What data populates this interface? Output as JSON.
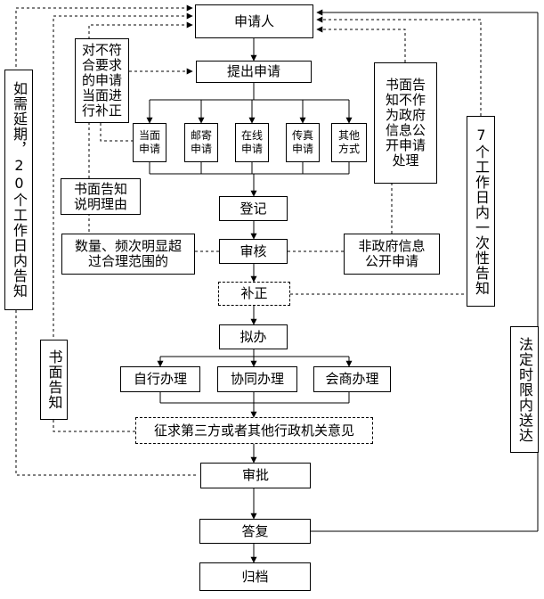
{
  "nodes": {
    "applicant": "申请人",
    "submit": "提出申请",
    "methods": [
      "当面\n申请",
      "邮寄\n申请",
      "在线\n申请",
      "传真\n申请",
      "其他\n方式"
    ],
    "register": "登记",
    "review": "审核",
    "supplement": "补正",
    "draft": "拟办",
    "handle": [
      "自行办理",
      "协同办理",
      "会商办理"
    ],
    "consult": "征求第三方或者其他行政机关意见",
    "approve": "审批",
    "reply": "答复",
    "archive": "归档"
  },
  "notes": {
    "nonconforming": "对不符\n合要求\n的申请\n当面进\n行补正",
    "written_reason": "书面告知\n说明理由",
    "excessive": "数量、频次明显超\n过合理范围的",
    "written_not_gov": "书面告\n知不作\n为政府\n信息公\n开申请\n处理",
    "non_gov_info": "非政府信息\n公开申请",
    "extension": "如需延期，20个工作日内告知",
    "seven_days": "7个工作日内一次性告知",
    "written_notice": "书面告知",
    "legal_delivery": "法定时限内送达"
  }
}
